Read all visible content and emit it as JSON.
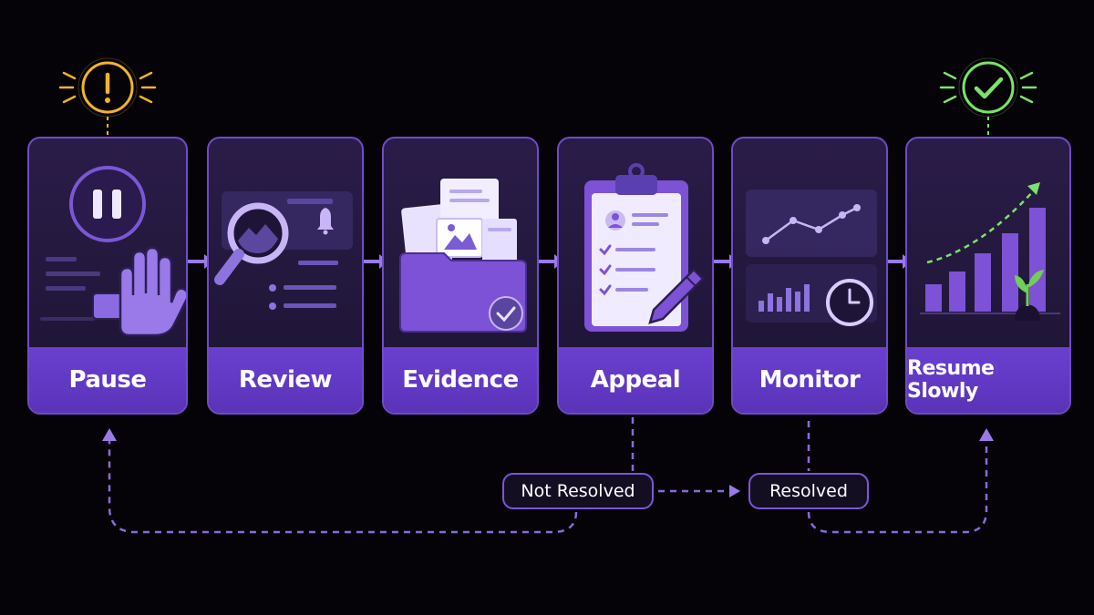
{
  "steps": [
    {
      "label": "Pause",
      "icon": "pause-hand-icon"
    },
    {
      "label": "Review",
      "icon": "magnifier-bell-icon"
    },
    {
      "label": "Evidence",
      "icon": "folder-documents-icon"
    },
    {
      "label": "Appeal",
      "icon": "clipboard-checklist-icon"
    },
    {
      "label": "Monitor",
      "icon": "dashboard-clock-icon"
    },
    {
      "label": "Resume Slowly",
      "icon": "growth-bars-plant-icon"
    }
  ],
  "outcomes": {
    "not_resolved": "Not Resolved",
    "resolved": "Resolved"
  },
  "indicators": {
    "warning_icon": "exclamation-alert-icon",
    "success_icon": "checkmark-success-icon"
  },
  "colors": {
    "accent": "#7b57d6",
    "label_bg": "#6a3fd0",
    "warning": "#f0b429",
    "success": "#7be36a",
    "background": "#050307"
  }
}
